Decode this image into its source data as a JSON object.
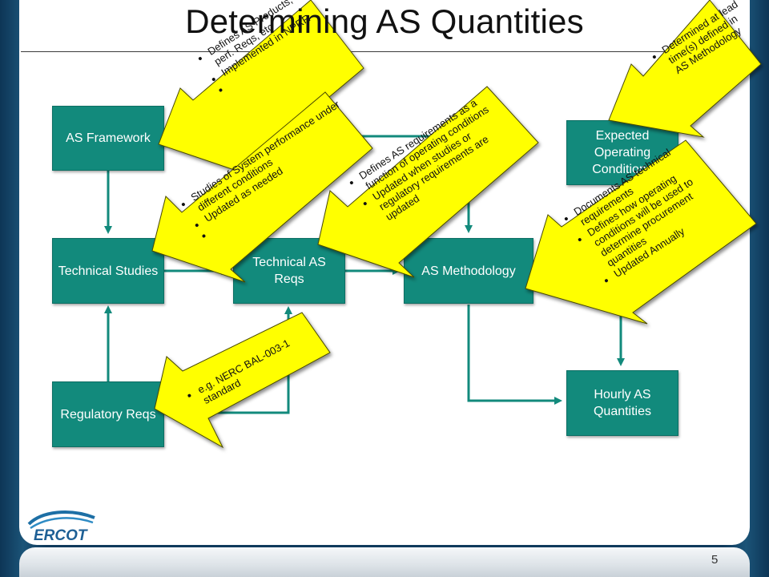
{
  "slide": {
    "title": "Determining AS Quantities",
    "page_number": "5",
    "logo_text": "ERCOT"
  },
  "boxes": {
    "as_framework": "AS Framework",
    "technical_studies": "Technical Studies",
    "regulatory_reqs": "Regulatory Reqs",
    "technical_as_reqs": "Technical AS Reqs",
    "as_methodology": "AS Methodology",
    "expected_operating_conditions": "Expected Operating Conditions",
    "hourly_as_quantities": "Hourly AS Quantities"
  },
  "callouts": {
    "framework": [
      "Defines AS Products, settlements, perf. Reqs, etc",
      "Implemented in NPRR",
      ""
    ],
    "studies": [
      "Studies of System performance under different conditions",
      "Updated as needed",
      ""
    ],
    "tech_reqs": [
      "Defines AS requirements as a function of operating conditions",
      "Updated when studies or regulatory requirements are updated"
    ],
    "lead_time": [
      "Determined at lead time(s) defined in AS Methodology"
    ],
    "methodology": [
      "Documents AS technical requirements",
      "Defines how operating conditions will be used to determine procurement quantities",
      "Updated Annually"
    ],
    "nerc": [
      "e.g. NERC BAL-003-1 standard"
    ]
  },
  "colors": {
    "box_fill": "#128a7c",
    "callout_fill": "#ffff00",
    "connector": "#128a7c",
    "background": "#0f3a5c"
  }
}
